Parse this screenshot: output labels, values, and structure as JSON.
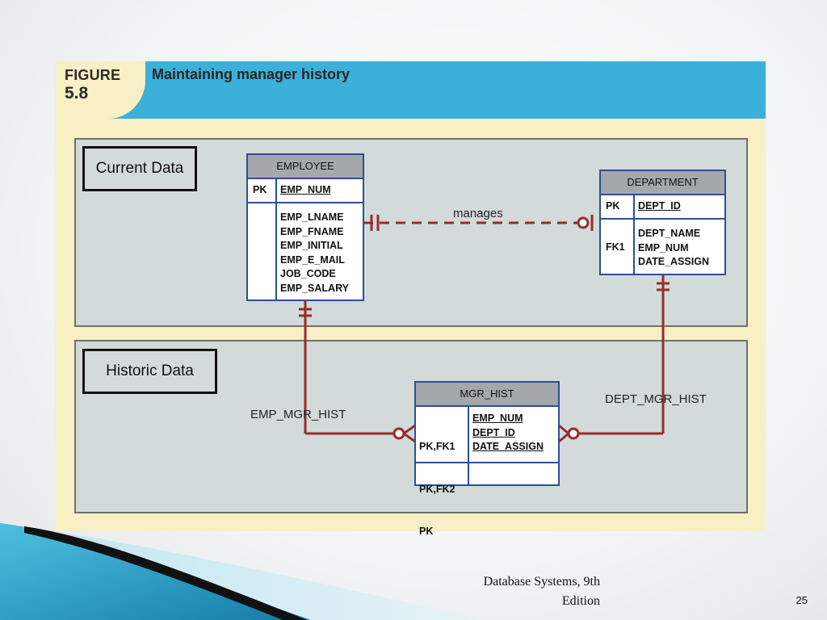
{
  "figure": {
    "label": "FIGURE",
    "number": "5.8",
    "title": "Maintaining manager history",
    "regions": {
      "current": "Current Data",
      "historic": "Historic Data"
    },
    "entities": {
      "employee": {
        "name": "EMPLOYEE",
        "pk_key": "PK",
        "pk_attr": "EMP_NUM",
        "attrs": [
          "EMP_LNAME",
          "EMP_FNAME",
          "EMP_INITIAL",
          "EMP_E_MAIL",
          "JOB_CODE",
          "EMP_SALARY"
        ]
      },
      "department": {
        "name": "DEPARTMENT",
        "pk_key": "PK",
        "pk_attr": "DEPT_ID",
        "fk_key": "FK1",
        "attrs": [
          "DEPT_NAME",
          "EMP_NUM",
          "DATE_ASSIGN"
        ]
      },
      "mgr_hist": {
        "name": "MGR_HIST",
        "keys": [
          "PK,FK1",
          "PK,FK2",
          "PK"
        ],
        "attrs": [
          "EMP_NUM",
          "DEPT_ID",
          "DATE_ASSIGN"
        ]
      }
    },
    "relationships": {
      "manages": "manages",
      "emp_mgr_hist": "EMP_MGR_HIST",
      "dept_mgr_hist": "DEPT_MGR_HIST"
    },
    "colors": {
      "header": "#3cb0d9",
      "panel": "#f8efc4",
      "region": "#d2dada",
      "entity_border": "#2f4e96",
      "entity_title": "#a5a8ab",
      "relationship_line": "#9b2b2b"
    }
  },
  "footer": {
    "source_line1": "Database Systems, 9th",
    "source_line2": "Edition",
    "page_number": "25"
  }
}
